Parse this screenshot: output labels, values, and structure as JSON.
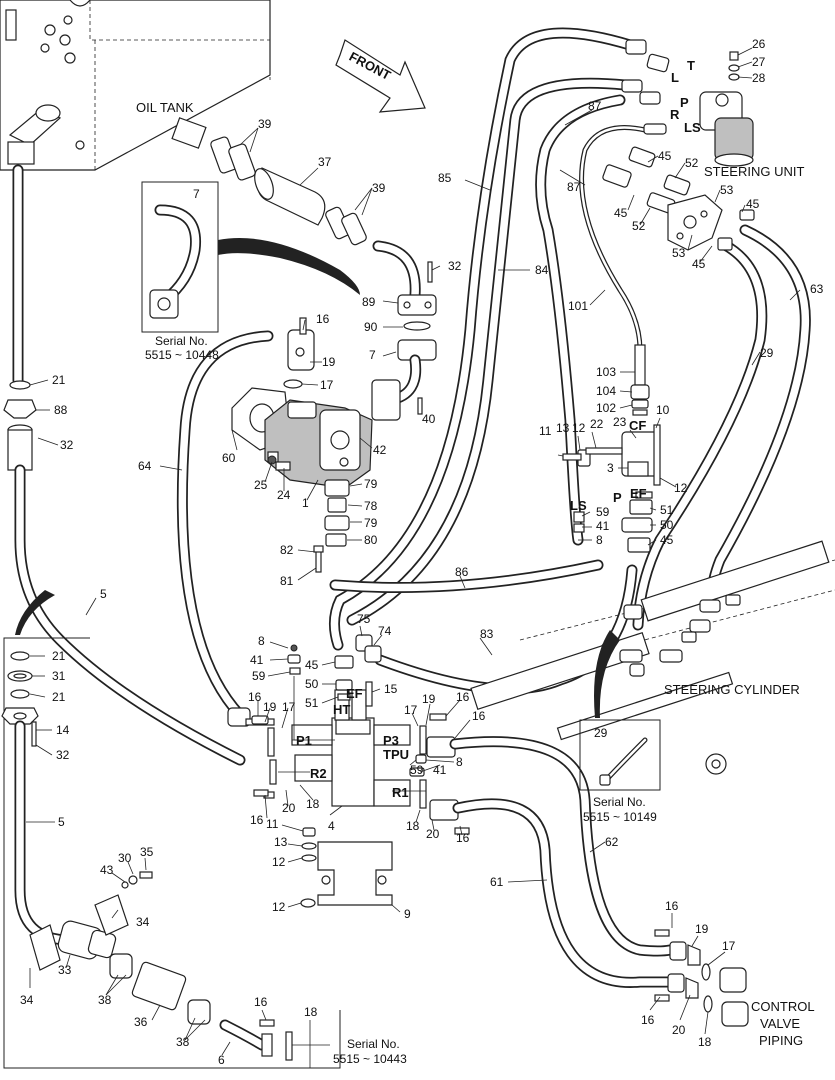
{
  "labels": {
    "oil_tank": "OIL TANK",
    "front": "FRONT",
    "steering_unit": "STEERING UNIT",
    "steering_cylinder": "STEERING CYLINDER",
    "control_valve_1": "CONTROL",
    "control_valve_2": "VALVE",
    "control_valve_3": "PIPING"
  },
  "serial_notes": {
    "serial_label": "Serial No.",
    "range_a": "5515 ~ 10448",
    "range_b": "5515 ~ 10149",
    "range_c": "5515 ~ 10443"
  },
  "ports": {
    "T": "T",
    "P": "P",
    "R": "R",
    "L": "L",
    "LS": "LS",
    "CF": "CF",
    "EF": "EF",
    "HT": "HT",
    "P1": "P1",
    "P3": "P3",
    "R1": "R1",
    "R2": "R2",
    "TPU": "TPU"
  },
  "callouts": {
    "c7": "7",
    "c39a": "39",
    "c37": "37",
    "c39b": "39",
    "c32a": "32",
    "c89": "89",
    "c90": "90",
    "c7b": "7",
    "c16a": "16",
    "c19a": "19",
    "c17a": "17",
    "c40": "40",
    "c42": "42",
    "c60": "60",
    "c25": "25",
    "c24": "24",
    "c1": "1",
    "c79a": "79",
    "c78": "78",
    "c79b": "79",
    "c80": "80",
    "c82": "82",
    "c81": "81",
    "c64": "64",
    "c21a": "21",
    "c88": "88",
    "c32b": "32",
    "c5a": "5",
    "c85": "85",
    "c84": "84",
    "c87a": "87",
    "c87b": "87",
    "c101": "101",
    "c26": "26",
    "c27": "27",
    "c28": "28",
    "c45a": "45",
    "c52a": "52",
    "c45b": "45",
    "c52b": "52",
    "c53a": "53",
    "c45c": "45",
    "c53b": "53",
    "c45d": "45",
    "c63": "63",
    "c29a": "29",
    "c103": "103",
    "c104": "104",
    "c102": "102",
    "c10": "10",
    "c11": "11",
    "c13a": "13",
    "c12a": "12",
    "c22": "22",
    "c23": "23",
    "c3": "3",
    "c12b": "12",
    "c59a": "59",
    "c41a": "41",
    "c8a": "8",
    "c51a": "51",
    "c50a": "50",
    "c45e": "45",
    "c86": "86",
    "c83": "83",
    "c8b": "8",
    "c41b": "41",
    "c59b": "59",
    "c45f": "45",
    "c50b": "50",
    "c51b": "51",
    "c75": "75",
    "c74": "74",
    "c15": "15",
    "c16b": "16",
    "c19b": "19",
    "c17b": "17",
    "c19c": "19",
    "c16c": "16",
    "c17c": "17",
    "c16d": "16",
    "c41c": "41",
    "c59c": "59",
    "c8c": "8",
    "c20a": "20",
    "c18a": "18",
    "c16e": "16",
    "c4": "4",
    "c18b": "18",
    "c20b": "20",
    "c16f": "16",
    "c11b": "11",
    "c13b": "13",
    "c12c": "12",
    "c12d": "12",
    "c9": "9",
    "c62": "62",
    "c61": "61",
    "c29b": "29",
    "c16g": "16",
    "c19d": "19",
    "c17d": "17",
    "c16h": "16",
    "c20c": "20",
    "c18c": "18",
    "c21b": "21",
    "c31": "31",
    "c21c": "21",
    "c14": "14",
    "c32c": "32",
    "c5b": "5",
    "c43": "43",
    "c30": "30",
    "c35": "35",
    "c34a": "34",
    "c33": "33",
    "c34b": "34",
    "c38a": "38",
    "c36": "36",
    "c38b": "38",
    "c16i": "16",
    "c6": "6",
    "c18d": "18"
  }
}
